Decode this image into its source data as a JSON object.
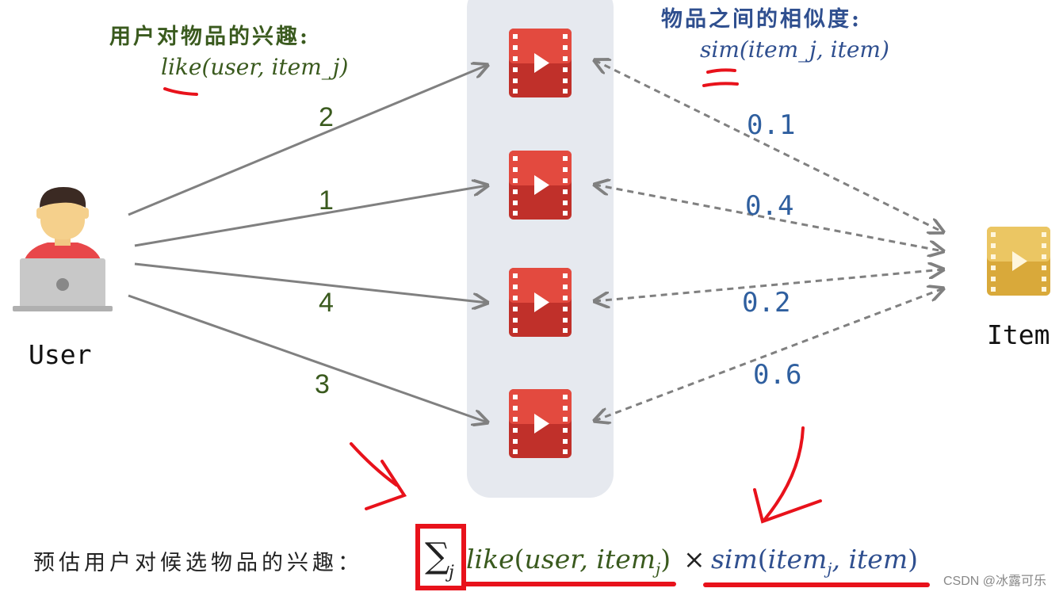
{
  "labels": {
    "user_interest_title": "用户对物品的兴趣:",
    "user_interest_formula": "like(user, item_j)",
    "item_similarity_title": "物品之间的相似度:",
    "item_similarity_formula": "sim(item_j, item)",
    "user": "User",
    "item": "Item",
    "bottom_text": "预估用户对候选物品的兴趣：",
    "watermark": "CSDN @冰露可乐"
  },
  "formula": {
    "sum": "∑",
    "sum_index": "j",
    "like": "like",
    "user_arg": "user,",
    "item_arg": "item",
    "item_sub": "j",
    "times": "×",
    "sim": "sim",
    "sim_item": "item",
    "sim_sub": "j",
    "sim_item2": ", item"
  },
  "interest_weights": [
    "2",
    "1",
    "4",
    "3"
  ],
  "similarities": [
    "0.1",
    "0.4",
    "0.2",
    "0.6"
  ],
  "colors": {
    "green_text": "#3a5a1e",
    "blue_text": "#2f4f8f",
    "arrow_gray": "#808080",
    "video_red": "#e0433a",
    "video_gold": "#e8c15e",
    "annotation_red": "#e8121b",
    "column_bg": "#e6e9ef"
  }
}
